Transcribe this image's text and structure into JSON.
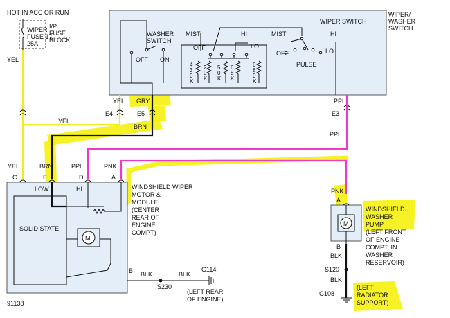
{
  "fuse": {
    "power_label_1": "HOT IN ACC OR RUN",
    "name_1": "WIPER",
    "name_2": "FUSE 17",
    "rating": "25A",
    "block_1": "I/P",
    "block_2": "FUSE",
    "block_3": "BLOCK"
  },
  "wiper_switch": {
    "title_right_1": "WIPER/",
    "title_right_2": "WASHER",
    "title_right_3": "SWITCH",
    "title_inner": "WIPER SWITCH",
    "washer_switch_1": "WASHER",
    "washer_switch_2": "SWITCH",
    "off": "OFF",
    "on": "ON",
    "mist": "MIST",
    "hi": "HI",
    "lo": "LO",
    "pulse": "PULSE",
    "resistor_cols": [
      [
        "4",
        "3",
        "0",
        "K"
      ],
      [
        "2",
        "0",
        "K"
      ],
      [
        "5",
        "0",
        "K"
      ],
      [
        "6",
        "8",
        "K"
      ],
      [
        "6",
        "8",
        "0",
        "K"
      ]
    ]
  },
  "wires": {
    "yel": "YEL",
    "gry": "GRY",
    "brn": "BRN",
    "ppl": "PPL",
    "pnk": "PNK",
    "blk": "BLK"
  },
  "connectors": {
    "e4": "E4",
    "e5": "E5",
    "e3": "E3",
    "c": "C",
    "e": "E",
    "d": "D",
    "a": "A",
    "b": "B",
    "low": "LOW",
    "hi": "HI",
    "pump_a": "A",
    "pump_b": "B"
  },
  "motor_module": {
    "title": [
      "WINDSHIELD WIPER",
      "MOTOR &",
      "MODULE",
      "(CENTER",
      "REAR OF",
      "ENGINE",
      "COMPT)"
    ],
    "solid_state": "SOLID STATE",
    "motor": "M"
  },
  "pump": {
    "motor": "M",
    "title": [
      "WINDSHIELD",
      "WASHER",
      "PUMP",
      "(LEFT FRONT",
      "OF ENGINE",
      "COMPT, IN",
      "WASHER",
      "RESERVOIR)"
    ]
  },
  "grounds": {
    "s230": "S230",
    "g114": "G114",
    "g114_loc_1": "(LEFT REAR",
    "g114_loc_2": "OF ENGINE)",
    "s120": "S120",
    "g108": "G108",
    "g108_loc_1": "(LEFT",
    "g108_loc_2": "RADIATOR",
    "g108_loc_3": "SUPPORT)"
  },
  "figure_id": "91138"
}
